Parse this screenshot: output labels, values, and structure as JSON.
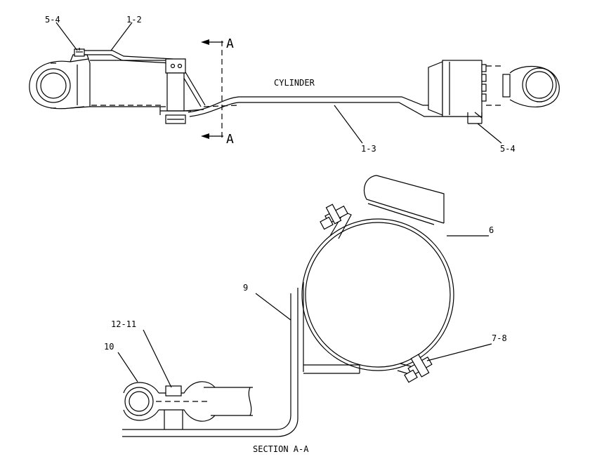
{
  "labels": {
    "part_5_4_top": "5-4",
    "part_1_2": "1-2",
    "section_marker_top": "A",
    "section_marker_bottom": "A",
    "cylinder": "CYLINDER",
    "part_1_3": "1-3",
    "part_5_4_right": "5-4",
    "part_6": "6",
    "part_9": "9",
    "part_12_11": "12-11",
    "part_10": "10",
    "part_7_8": "7-8",
    "section_title": "SECTION A-A"
  }
}
